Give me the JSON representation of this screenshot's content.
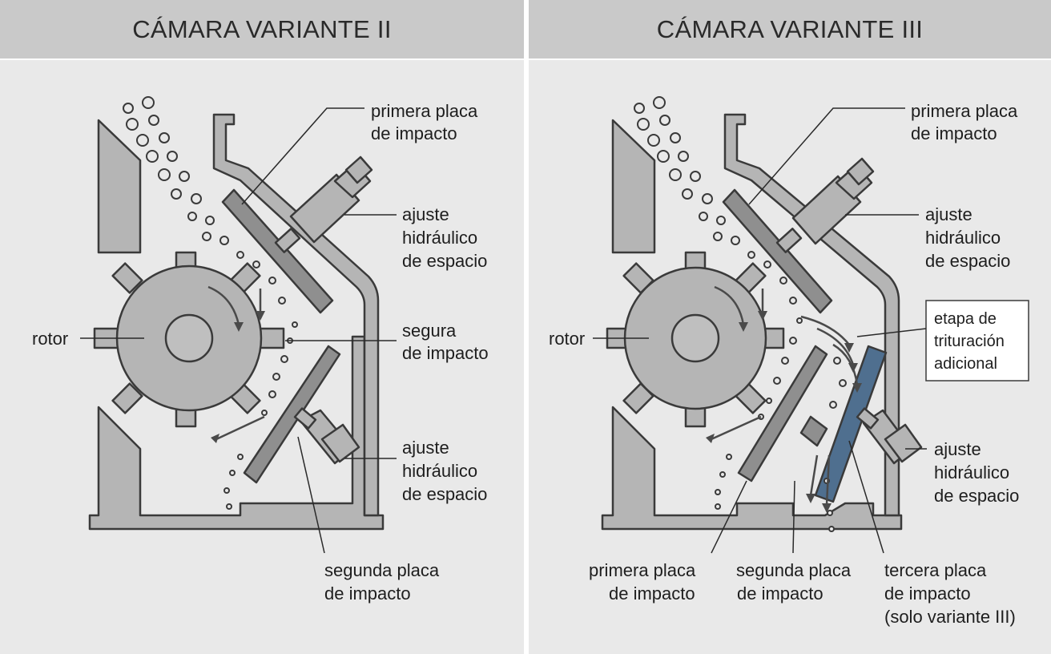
{
  "panels": [
    {
      "title": "CÁMARA VARIANTE II",
      "labels": {
        "primera_placa": [
          "primera placa",
          "de impacto"
        ],
        "ajuste_1": [
          "ajuste",
          "hidráulico",
          "de espacio"
        ],
        "rotor": "rotor",
        "segura": [
          "segura",
          "de impacto"
        ],
        "ajuste_2": [
          "ajuste",
          "hidráulico",
          "de espacio"
        ],
        "segunda_placa": [
          "segunda placa",
          "de impacto"
        ]
      }
    },
    {
      "title": "CÁMARA VARIANTE III",
      "labels": {
        "primera_placa_top": [
          "primera placa",
          "de impacto"
        ],
        "ajuste_1": [
          "ajuste",
          "hidráulico",
          "de espacio"
        ],
        "rotor": "rotor",
        "etapa": [
          "etapa de",
          "trituración",
          "adicional"
        ],
        "ajuste_2": [
          "ajuste",
          "hidráulico",
          "de espacio"
        ],
        "primera_placa_bottom": [
          "primera placa",
          "de impacto"
        ],
        "segunda_placa": [
          "segunda placa",
          "de impacto"
        ],
        "tercera_placa": [
          "tercera placa",
          "de impacto",
          "(solo variante III)"
        ]
      }
    }
  ],
  "colors": {
    "panel_bg": "#e9e9e9",
    "header_bg": "#c9c9c9",
    "body_fill": "#b5b5b5",
    "outline": "#3a3a3a",
    "plate": "#8f8f8f",
    "third_plate": "#4f6f8f"
  }
}
